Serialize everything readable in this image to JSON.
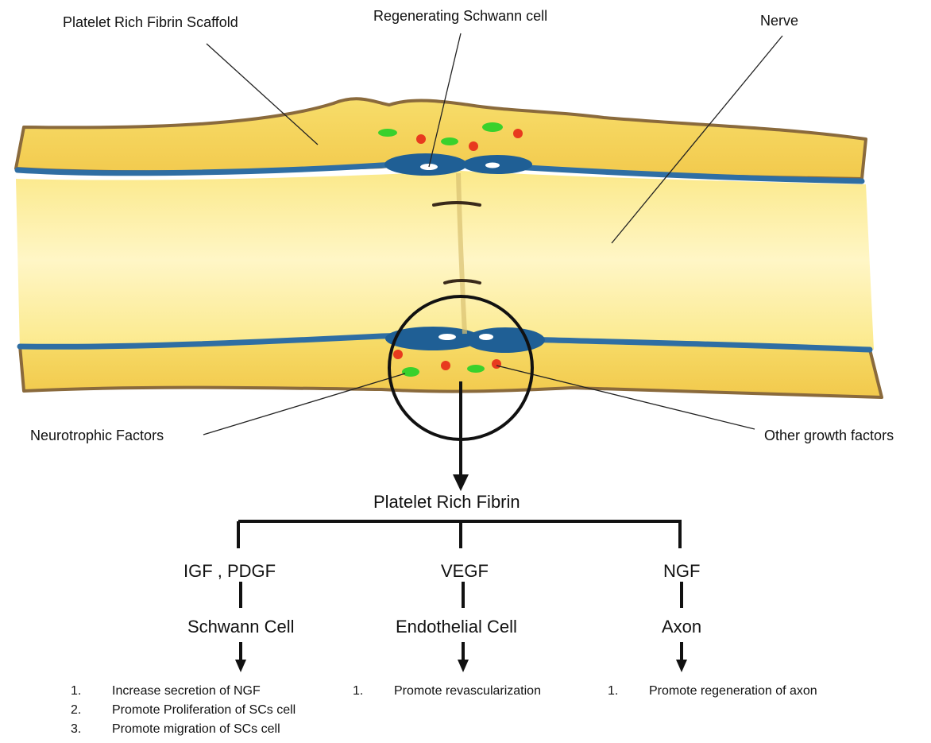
{
  "labels": {
    "scaffold": "Platelet Rich Fibrin Scaffold",
    "schwann": "Regenerating Schwann cell",
    "nerve": "Nerve",
    "neurotrophic": "Neurotrophic Factors",
    "other": "Other growth factors"
  },
  "tree": {
    "root": "Platelet Rich Fibrin",
    "branches": [
      {
        "factor": "IGF , PDGF",
        "target": "Schwann Cell",
        "effects": [
          {
            "num": "1.",
            "text": "Increase secretion of NGF"
          },
          {
            "num": "2.",
            "text": "Promote Proliferation of SCs cell"
          },
          {
            "num": "3.",
            "text": "Promote migration of SCs cell"
          }
        ]
      },
      {
        "factor": "VEGF",
        "target": "Endothelial Cell",
        "effects": [
          {
            "num": "1.",
            "text": "Promote revascularization"
          }
        ]
      },
      {
        "factor": "NGF",
        "target": "Axon",
        "effects": [
          {
            "num": "1.",
            "text": "Promote regeneration of axon"
          }
        ]
      }
    ]
  },
  "colors": {
    "sheath": "#f4d35e",
    "nerve_core": "#fbeea0",
    "outline": "#8a6a3c",
    "membrane": "#2f6ea3",
    "schwann_cell": "#1f5f95",
    "growth_factor_green": "#39d12c",
    "growth_factor_red": "#e83a1e"
  }
}
